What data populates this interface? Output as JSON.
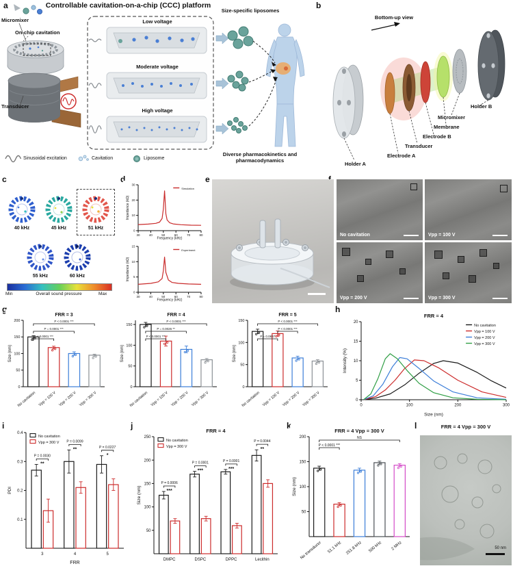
{
  "letters": {
    "a": "a",
    "b": "b",
    "c": "c",
    "d": "d",
    "e": "e",
    "f": "f",
    "g": "g",
    "h": "h",
    "i": "i",
    "j": "j",
    "k": "k",
    "l": "l"
  },
  "panel_a": {
    "title": "Controllable cavitation-on-a-chip (CCC) platform",
    "micromixer": "Micromixer",
    "on_chip_cavitation": "On-chip cavitation",
    "transducer": "Transducer",
    "low_voltage": "Low voltage",
    "moderate_voltage": "Moderate voltage",
    "high_voltage": "High voltage",
    "size_specific": "Size-specific liposomes",
    "diverse": "Diverse pharmacokinetics and pharmacodynamics",
    "sinusoidal": "Sinusoidal excitation",
    "cavitation": "Cavitation",
    "liposome": "Liposome"
  },
  "panel_b": {
    "bottom_up": "Bottom-up view",
    "holder_b": "Holder B",
    "micromixer": "Micromixer",
    "membrane": "Membrane",
    "electrode_b": "Electrode B",
    "transducer": "Transducer",
    "electrode_a": "Electrode A",
    "holder_a": "Holder A"
  },
  "panel_c": {
    "frequencies": [
      "40 kHz",
      "45 kHz",
      "51 kHz",
      "55 kHz",
      "60 kHz"
    ],
    "min": "Min",
    "max": "Max",
    "caption": "Overall sound pressure"
  },
  "panel_f": {
    "labels": [
      "No cavitation",
      "Vpp = 100 V",
      "Vpp = 200 V",
      "Vpp = 300 V"
    ]
  },
  "panel_l": {
    "title": "FRR = 4  Vpp = 300 V",
    "scalebar": "50 nm"
  },
  "chart_data": {
    "g_frr3": {
      "type": "bar",
      "fs": 5.5,
      "ml": 26,
      "title": "FRR = 3",
      "ylabel": "Size (nm)",
      "ylim": [
        0,
        200
      ],
      "yticks": [
        0,
        50,
        100,
        150,
        200
      ],
      "categories": [
        "No cavitation",
        "Vpp = 100 V",
        "Vpp = 200 V",
        "Vpp = 300 V"
      ],
      "values": [
        150,
        118,
        100,
        95
      ],
      "errors": [
        4,
        4,
        5,
        3
      ],
      "bar_colors": [
        "#1a1a1a",
        "#cc2a2a",
        "#3b7dd8",
        "#8a8f94"
      ],
      "rotate_labels": true,
      "brackets": [
        {
          "from": 0,
          "to": 1,
          "label": "P < 0.0001",
          "stars": "***",
          "level": 0
        },
        {
          "from": 0,
          "to": 2,
          "label": "P = 0.0001",
          "stars": "***",
          "level": 1
        },
        {
          "from": 0,
          "to": 3,
          "label": "P < 0.0001",
          "stars": "***",
          "level": 2
        }
      ]
    },
    "g_frr4": {
      "type": "bar",
      "fs": 5.5,
      "ml": 26,
      "title": "FRR = 4",
      "ylabel": "Size (nm)",
      "ylim": [
        0,
        160
      ],
      "yticks": [
        0,
        50,
        100,
        150
      ],
      "categories": [
        "No cavitation",
        "Vpp = 100 V",
        "Vpp = 200 V",
        "Vpp = 300 V"
      ],
      "values": [
        150,
        110,
        90,
        65
      ],
      "errors": [
        5,
        12,
        8,
        3
      ],
      "bar_colors": [
        "#1a1a1a",
        "#cc2a2a",
        "#3b7dd8",
        "#8a8f94"
      ],
      "rotate_labels": true,
      "brackets": [
        {
          "from": 0,
          "to": 1,
          "label": "P < 0.0001",
          "stars": "***",
          "level": 0
        },
        {
          "from": 0,
          "to": 2,
          "label": "P = 0.0026",
          "stars": "**",
          "level": 1
        },
        {
          "from": 0,
          "to": 3,
          "label": "P < 0.0001",
          "stars": "***",
          "level": 2
        }
      ]
    },
    "g_frr5": {
      "type": "bar",
      "fs": 5.5,
      "ml": 26,
      "title": "FRR = 5",
      "ylabel": "Size (nm)",
      "ylim": [
        0,
        150
      ],
      "yticks": [
        0,
        50,
        100,
        150
      ],
      "categories": [
        "No cavitation",
        "Vpp = 100 V",
        "Vpp = 200 V",
        "Vpp = 300 V"
      ],
      "values": [
        125,
        120,
        65,
        58
      ],
      "errors": [
        5,
        6,
        4,
        3
      ],
      "bar_colors": [
        "#1a1a1a",
        "#cc2a2a",
        "#3b7dd8",
        "#8a8f94"
      ],
      "rotate_labels": true,
      "brackets": [
        {
          "from": 0,
          "to": 1,
          "label": "P = 0.0837",
          "stars": "",
          "level": 0
        },
        {
          "from": 1,
          "to": 2,
          "label": "P < 0.0001",
          "stars": "***",
          "level": 1
        },
        {
          "from": 0,
          "to": 3,
          "label": "P < 0.0001",
          "stars": "***",
          "level": 2
        }
      ]
    },
    "h_dls": {
      "type": "line",
      "fs": 6,
      "ml": 30,
      "mt": 18,
      "mb": 26,
      "mr": 8,
      "title": "FRR = 4",
      "xlabel": "Size (nm)",
      "ylabel": "Intensity (%)",
      "xlim": [
        0,
        300
      ],
      "ylim": [
        0,
        20
      ],
      "xticks": [
        0,
        100,
        200,
        300
      ],
      "yticks": [
        0,
        5,
        10,
        15,
        20
      ],
      "legend_pos": "top-right",
      "series": [
        {
          "name": "No cavitation",
          "color": "#1a1a1a",
          "points": [
            [
              5,
              0
            ],
            [
              30,
              0.4
            ],
            [
              60,
              1.5
            ],
            [
              90,
              3.8
            ],
            [
              120,
              6.8
            ],
            [
              150,
              9.3
            ],
            [
              170,
              10
            ],
            [
              200,
              9.4
            ],
            [
              240,
              7
            ],
            [
              270,
              4.8
            ],
            [
              300,
              3
            ]
          ]
        },
        {
          "name": "Vpp = 100 V",
          "color": "#cc2a2a",
          "points": [
            [
              5,
              0
            ],
            [
              30,
              0.8
            ],
            [
              50,
              2.5
            ],
            [
              70,
              5
            ],
            [
              90,
              8
            ],
            [
              110,
              10.2
            ],
            [
              130,
              10
            ],
            [
              160,
              8.2
            ],
            [
              200,
              5
            ],
            [
              250,
              2
            ],
            [
              300,
              0.6
            ]
          ]
        },
        {
          "name": "Vpp = 200 V",
          "color": "#3b7dd8",
          "points": [
            [
              5,
              0
            ],
            [
              25,
              1
            ],
            [
              45,
              4
            ],
            [
              65,
              8.5
            ],
            [
              80,
              10.8
            ],
            [
              95,
              10.5
            ],
            [
              120,
              8
            ],
            [
              150,
              4.8
            ],
            [
              190,
              2
            ],
            [
              240,
              0.5
            ],
            [
              300,
              0.1
            ]
          ]
        },
        {
          "name": "Vpp = 300 V",
          "color": "#2f9e44",
          "points": [
            [
              5,
              0
            ],
            [
              20,
              1.5
            ],
            [
              35,
              5.5
            ],
            [
              50,
              10.5
            ],
            [
              60,
              11.8
            ],
            [
              75,
              10.5
            ],
            [
              95,
              7.5
            ],
            [
              120,
              4.2
            ],
            [
              150,
              1.8
            ],
            [
              190,
              0.5
            ],
            [
              240,
              0.1
            ],
            [
              300,
              0
            ]
          ]
        }
      ]
    },
    "i_pdi": {
      "type": "groupbar",
      "fs": 6,
      "ml": 30,
      "mb": 26,
      "mt": 10,
      "ylabel": "PDI",
      "xlabel": "FRR",
      "ylim": [
        0,
        0.4
      ],
      "yticks": [
        0.1,
        0.2,
        0.3,
        0.4
      ],
      "categories": [
        "3",
        "4",
        "5"
      ],
      "series": [
        {
          "name": "No cavitation",
          "color": "#1a1a1a",
          "values": [
            0.27,
            0.3,
            0.29
          ],
          "errors": [
            0.02,
            0.04,
            0.03
          ]
        },
        {
          "name": "Vpp = 300 V",
          "color": "#cc2a2a",
          "values": [
            0.13,
            0.21,
            0.22
          ],
          "errors": [
            0.04,
            0.02,
            0.02
          ]
        }
      ],
      "annotations": [
        {
          "label": "P = 0.0030",
          "stars": "**"
        },
        {
          "label": "P = 0.0099",
          "stars": "**"
        },
        {
          "label": "P = 0.0227",
          "stars": "*"
        }
      ]
    },
    "j_lipid": {
      "type": "groupbar",
      "fs": 6,
      "ml": 28,
      "mb": 18,
      "mt": 16,
      "title": "FRR = 4",
      "ylabel": "Size (nm)",
      "ylim": [
        0,
        250
      ],
      "yticks": [
        50,
        100,
        150,
        200,
        250
      ],
      "categories": [
        "DMPC",
        "DSPC",
        "DPPC",
        "Lecithin"
      ],
      "series": [
        {
          "name": "No cavitation",
          "color": "#1a1a1a",
          "values": [
            125,
            170,
            175,
            210
          ],
          "errors": [
            8,
            6,
            5,
            12
          ]
        },
        {
          "name": "Vpp = 300 V",
          "color": "#cc2a2a",
          "values": [
            70,
            75,
            60,
            150
          ],
          "errors": [
            5,
            5,
            5,
            8
          ]
        }
      ],
      "annotations": [
        {
          "label": "P = 0.0006",
          "stars": "***"
        },
        {
          "label": "P = 0.0001",
          "stars": "***"
        },
        {
          "label": "P = 0.0001",
          "stars": "***"
        },
        {
          "label": "P = 0.0044",
          "stars": "**"
        }
      ]
    },
    "k_freq": {
      "type": "bar",
      "fs": 6,
      "ml": 28,
      "mb": 48,
      "mt": 16,
      "title": "FRR = 4   Vpp = 300 V",
      "ylabel": "Size (nm)",
      "ylim": [
        0,
        200
      ],
      "yticks": [
        50,
        100,
        150,
        200
      ],
      "categories": [
        "No transducer",
        "51.1 kHz",
        "251.8 kHz",
        "500 kHz",
        "2 MHz"
      ],
      "values": [
        137,
        65,
        133,
        148,
        143
      ],
      "errors": [
        4,
        3,
        4,
        3,
        3
      ],
      "bar_colors": [
        "#1a1a1a",
        "#cc2a2a",
        "#3b7dd8",
        "#4a4f54",
        "#d44bc8"
      ],
      "rotate_labels": true,
      "brackets": [
        {
          "from": 0,
          "to": 1,
          "label": "P < 0.0001",
          "stars": "***",
          "level": 0
        },
        {
          "from": 0,
          "to": 4,
          "label": "NS",
          "stars": "",
          "level": 1
        }
      ]
    },
    "d_sim": {
      "type": "line",
      "fs": 4.5,
      "ml": 22,
      "mr": 4,
      "mt": 6,
      "mb": 15,
      "xlabel": "Frequency (kHz)",
      "ylabel": "Impedance (kΩ)",
      "xlim": [
        30,
        80
      ],
      "ylim": [
        0,
        30
      ],
      "xticks": [
        30,
        40,
        50,
        60,
        70,
        80
      ],
      "yticks": [
        0,
        10,
        20,
        30
      ],
      "legend_pos": "top-right",
      "series": [
        {
          "name": "Simulation",
          "color": "#c92a2a",
          "points": [
            [
              30,
              4
            ],
            [
              38,
              4.3
            ],
            [
              44,
              4.8
            ],
            [
              47,
              5.6
            ],
            [
              49,
              8
            ],
            [
              50,
              14
            ],
            [
              51,
              26
            ],
            [
              52,
              11
            ],
            [
              53,
              7
            ],
            [
              55,
              5.2
            ],
            [
              58,
              4.4
            ],
            [
              64,
              3.9
            ],
            [
              72,
              3.6
            ],
            [
              80,
              3.5
            ]
          ]
        }
      ]
    },
    "d_exp": {
      "type": "line",
      "fs": 4.5,
      "ml": 22,
      "mr": 4,
      "mt": 6,
      "mb": 15,
      "xlabel": "Frequency (kHz)",
      "ylabel": "Impedance (kΩ)",
      "xlim": [
        30,
        80
      ],
      "ylim": [
        0,
        15
      ],
      "xticks": [
        30,
        40,
        50,
        60,
        70,
        80
      ],
      "yticks": [
        0,
        5,
        10,
        15
      ],
      "legend_pos": "top-right",
      "series": [
        {
          "name": "Experiment",
          "color": "#c92a2a",
          "points": [
            [
              30,
              2.6
            ],
            [
              40,
              2.9
            ],
            [
              46,
              3.4
            ],
            [
              49,
              4.5
            ],
            [
              50,
              7
            ],
            [
              51,
              11.5
            ],
            [
              52,
              6.5
            ],
            [
              54,
              4
            ],
            [
              57,
              3.2
            ],
            [
              62,
              2.9
            ],
            [
              70,
              2.7
            ],
            [
              80,
              2.6
            ]
          ]
        }
      ]
    }
  }
}
